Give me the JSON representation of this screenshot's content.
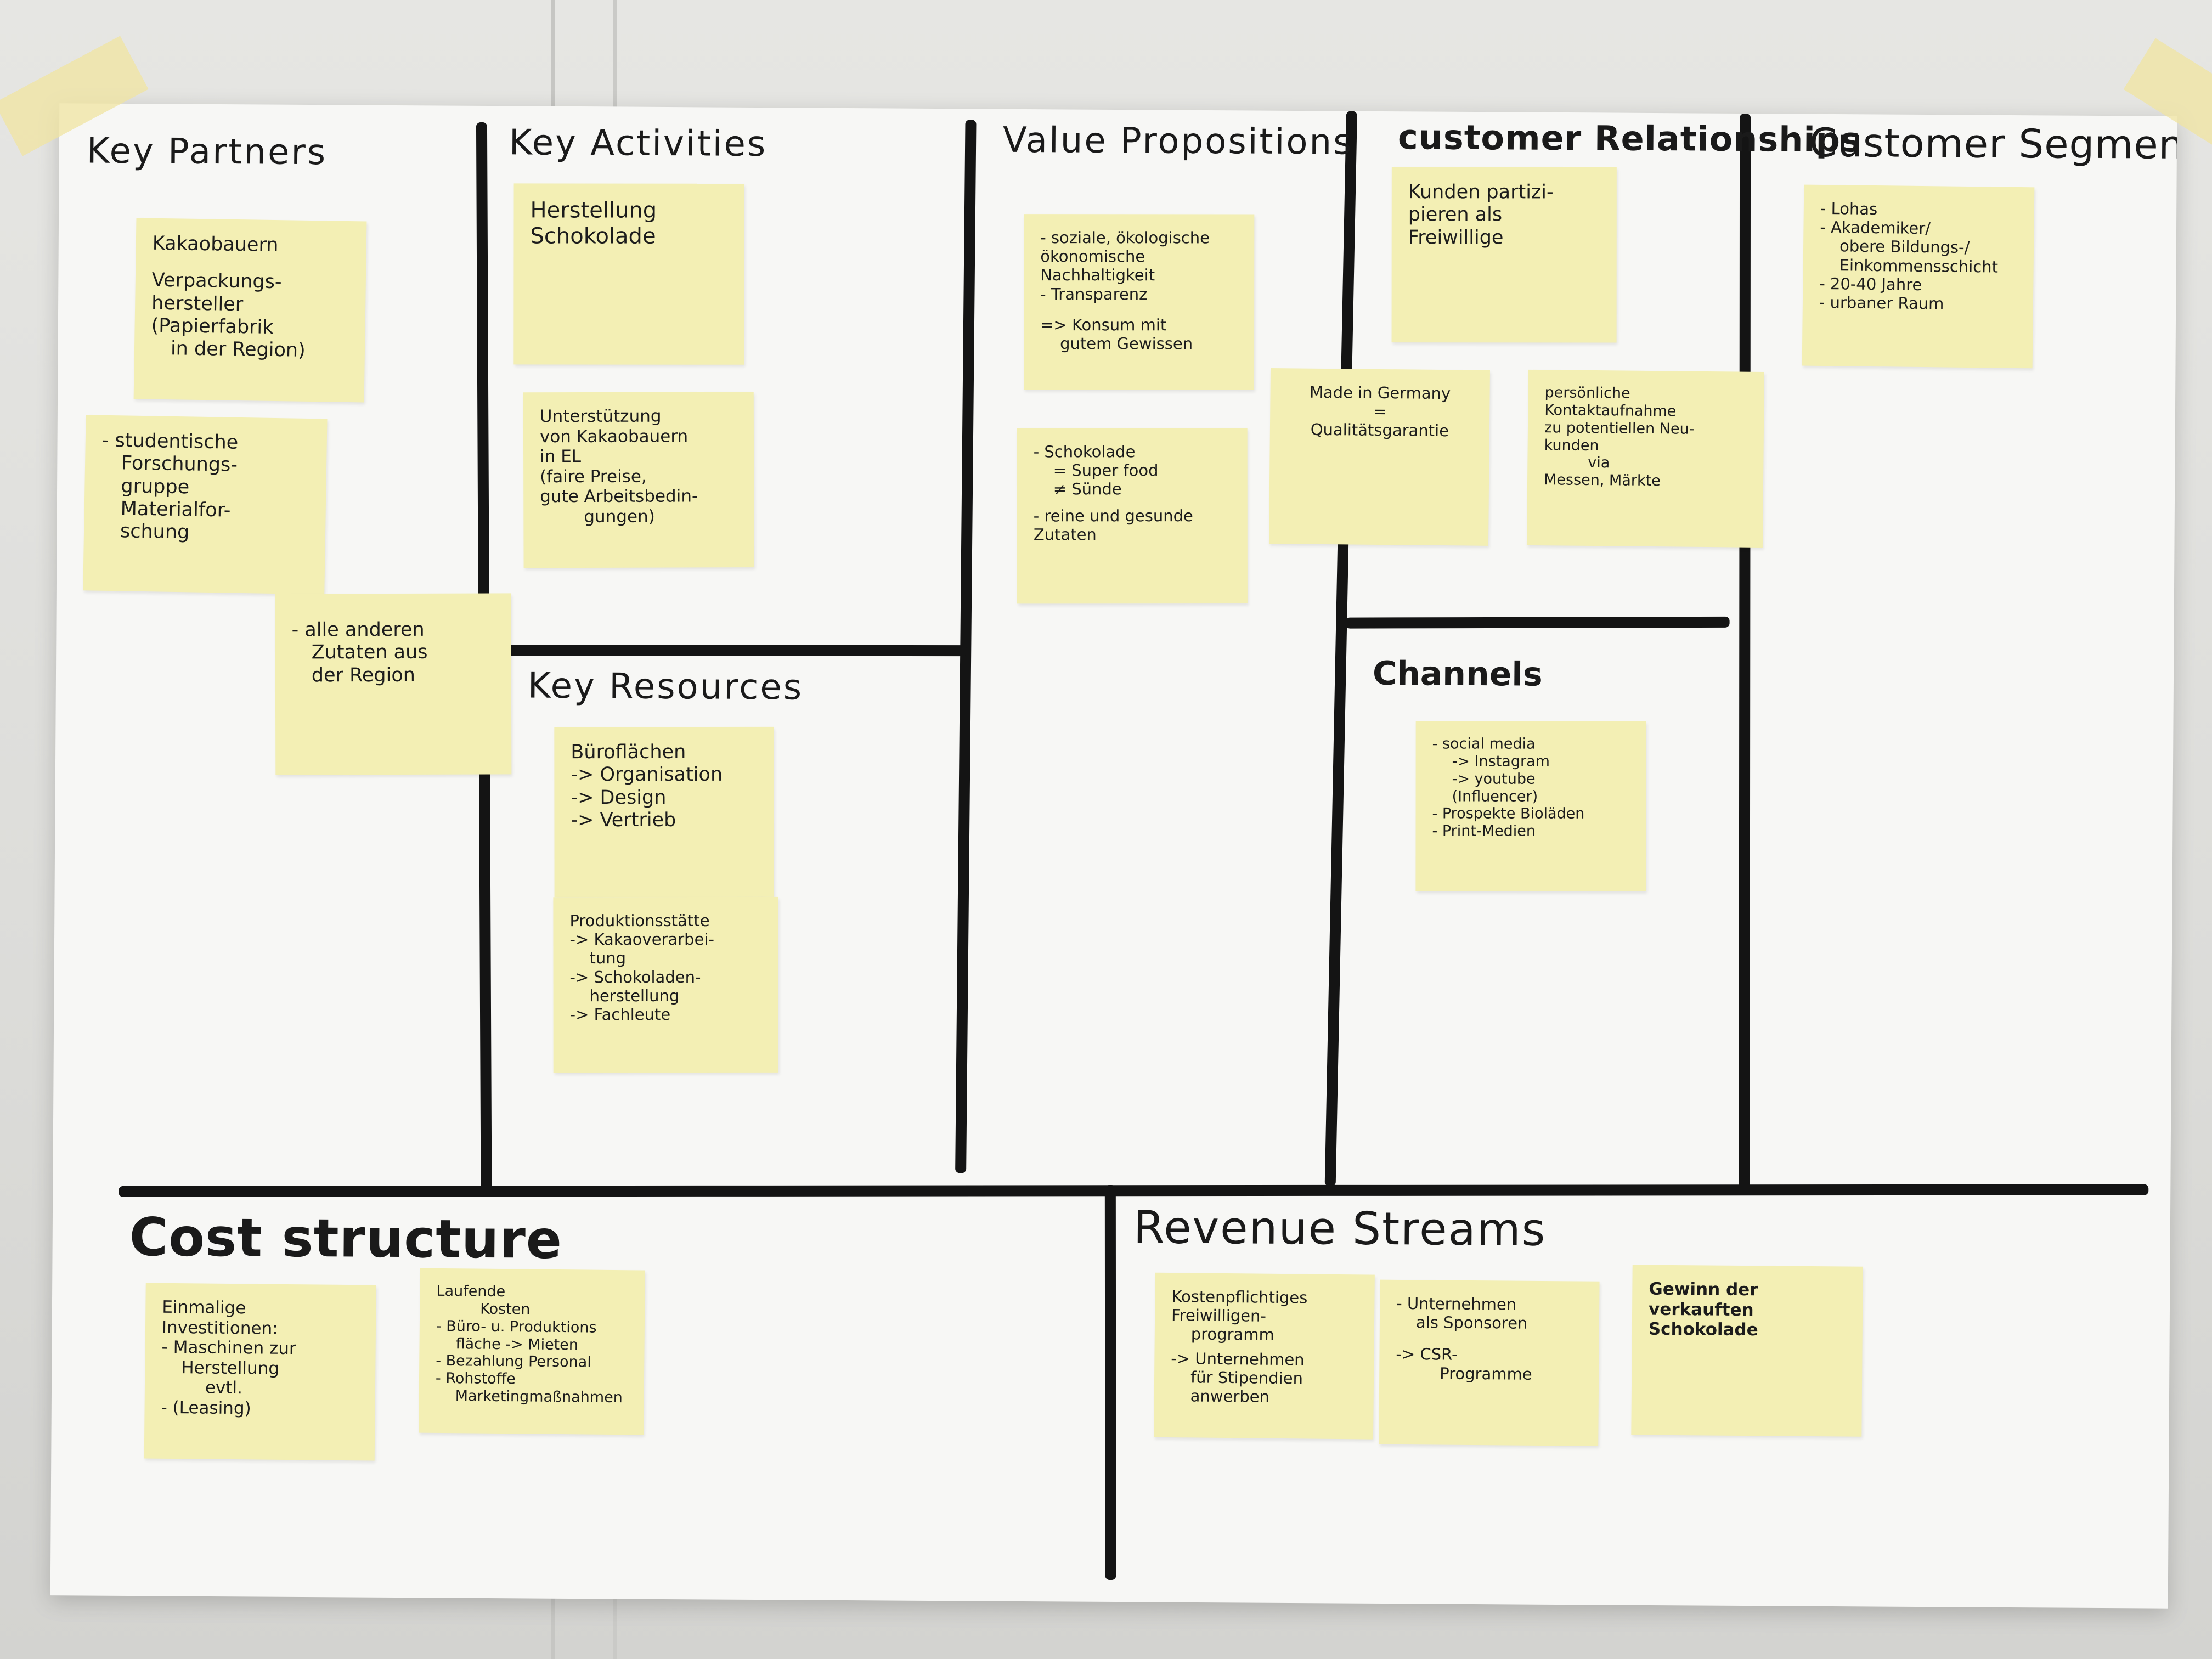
{
  "headings": {
    "key_partners": "Key Partners",
    "key_activities": "Key Activities",
    "value_propositions": "Value Propositions",
    "customer_relationships": "customer Relationships",
    "customer_segments": "Customer Segments",
    "key_resources": "Key Resources",
    "channels": "Channels",
    "cost_structure": "Cost structure",
    "revenue_streams": "Revenue Streams"
  },
  "notes": {
    "partners_1": [
      "Kakaobauern",
      "Verpackungs-",
      "hersteller",
      "(Papierfabrik",
      "in der Region)"
    ],
    "partners_2": [
      "- studentische",
      "Forschungs-",
      "gruppe",
      "Materialfor-",
      "schung"
    ],
    "partners_3": [
      "- alle anderen",
      "Zutaten aus",
      "der Region"
    ],
    "activities_1": [
      "Herstellung",
      "Schokolade"
    ],
    "activities_2": [
      "Unterstützung",
      "von Kakaobauern",
      "in EL",
      "(faire Preise,",
      "gute Arbeitsbedin-",
      "gungen)"
    ],
    "resources_1": [
      "Büroflächen",
      "-> Organisation",
      "-> Design",
      "-> Vertrieb"
    ],
    "resources_2": [
      "Produktionsstätte",
      "-> Kakaoverarbei-",
      "tung",
      "-> Schokoladen-",
      "herstellung",
      "-> Fachleute"
    ],
    "value_1": [
      "- soziale, ökologische",
      "ökonomische",
      "Nachhaltigkeit",
      "- Transparenz",
      "=> Konsum mit",
      "gutem Gewissen"
    ],
    "value_2": [
      "- Schokolade",
      "= Super food",
      "≠ Sünde",
      "- reine und gesunde",
      "Zutaten"
    ],
    "value_3": [
      "Made in Germany",
      "=",
      "Qualitätsgarantie"
    ],
    "relationships_1": [
      "Kunden partizi-",
      "pieren als",
      "Freiwillige"
    ],
    "relationships_2": [
      "persönliche",
      "Kontaktaufnahme",
      "zu potentiellen Neu-",
      "kunden",
      "via",
      "Messen, Märkte"
    ],
    "channels_1": [
      "- social media",
      "-> Instagram",
      "-> youtube",
      "(Influencer)",
      "- Prospekte Bioläden",
      "- Print-Medien"
    ],
    "segments_1": [
      "- Lohas",
      "- Akademiker/",
      "obere Bildungs-/",
      "Einkommensschicht",
      "- 20-40 Jahre",
      "- urbaner Raum"
    ],
    "cost_1": [
      "Einmalige",
      "Investitionen:",
      "- Maschinen zur",
      "Herstellung",
      "evtl.",
      "- (Leasing)"
    ],
    "cost_2": [
      "Laufende",
      "Kosten",
      "- Büro- u. Produktions",
      "fläche -> Mieten",
      "- Bezahlung Personal",
      "- Rohstoffe",
      "Marketingmaßnahmen"
    ],
    "revenue_1": [
      "Kostenpflichtiges",
      "Freiwilligen-",
      "programm",
      "-> Unternehmen",
      "für Stipendien",
      "anwerben"
    ],
    "revenue_2": [
      "- Unternehmen",
      "als Sponsoren",
      "-> CSR-",
      "Programme"
    ],
    "revenue_3": [
      "Gewinn der",
      "verkauften",
      "Schokolade"
    ]
  },
  "colors": {
    "note": "#f3efb4",
    "poster": "#f7f7f5",
    "ink": "#141414"
  }
}
